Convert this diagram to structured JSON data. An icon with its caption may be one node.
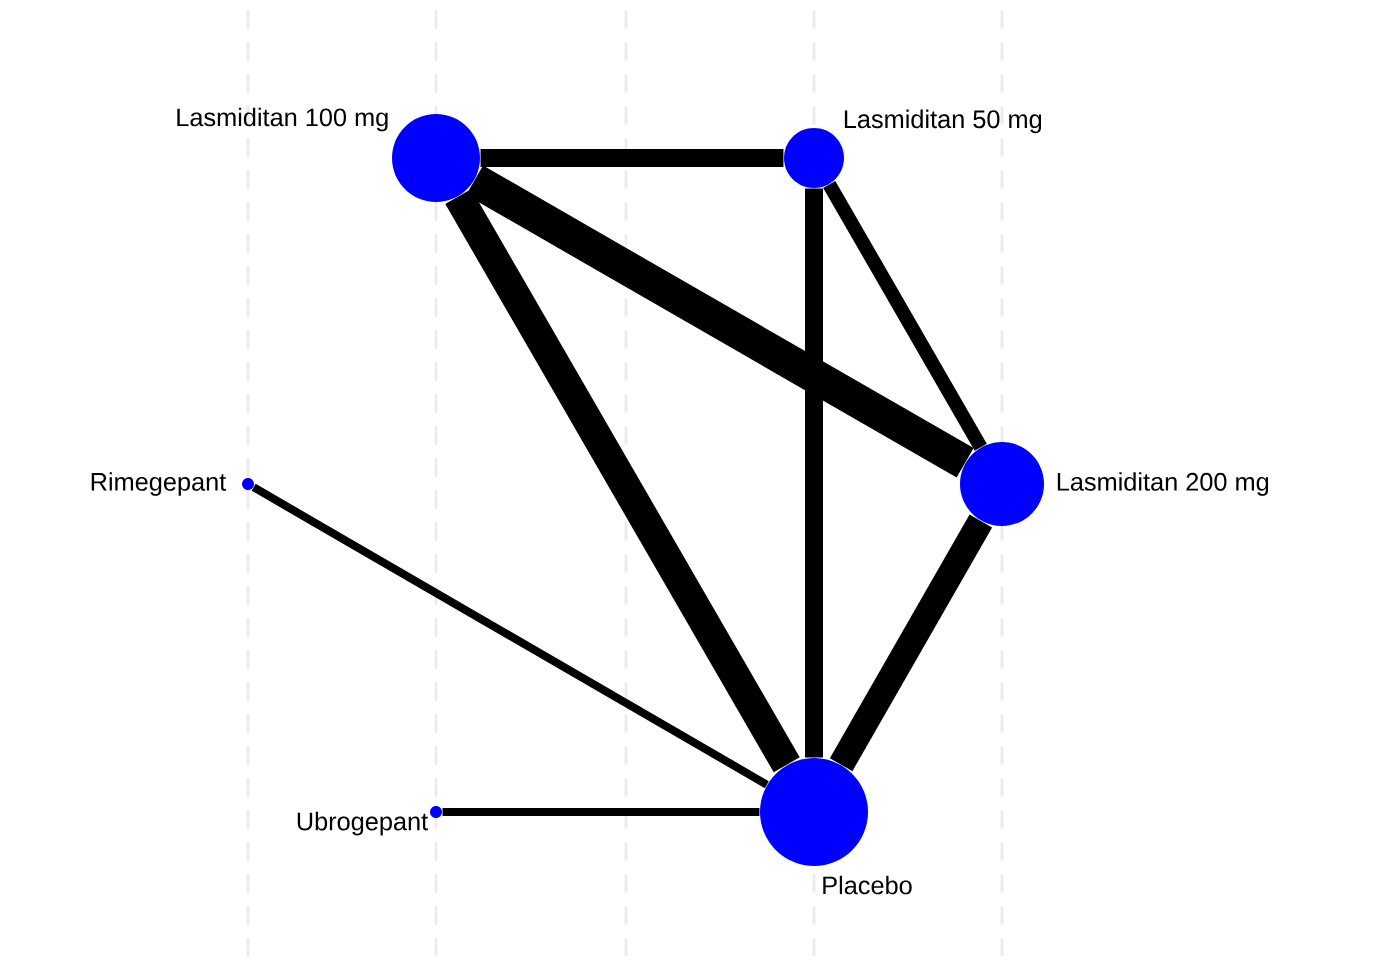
{
  "diagram": {
    "nodes": [
      {
        "text": [
          "Lasmiditan 100 mg"
        ]
      },
      {
        "text": [
          "Lasmiditan 50 mg"
        ]
      },
      {
        "text": [
          "Rimegepant"
        ]
      },
      {
        "text": [
          "Lasmiditan 200 mg"
        ]
      },
      {
        "text": [
          "Ubrogepant"
        ]
      },
      {
        "text": [
          "Placebo"
        ]
      }
    ],
    "edges": [
      {
        "from": 0,
        "to": 1,
        "arrow": "none"
      },
      {
        "from": 0,
        "to": 3,
        "arrow": "none",
        "style": "thick"
      },
      {
        "from": 0,
        "to": 5,
        "arrow": "none"
      },
      {
        "from": 1,
        "to": 5,
        "arrow": "none"
      },
      {
        "from": 1,
        "to": 3,
        "arrow": "none"
      },
      {
        "from": 3,
        "to": 5,
        "arrow": "none"
      },
      {
        "from": 2,
        "to": 5,
        "arrow": "none"
      },
      {
        "from": 4,
        "to": 5,
        "arrow": "none"
      }
    ]
  }
}
